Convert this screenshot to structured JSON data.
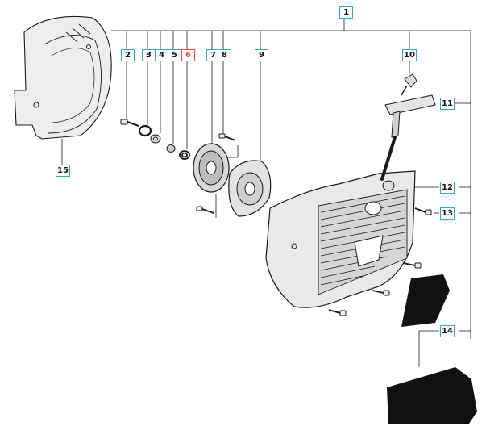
{
  "diagram": {
    "colors": {
      "line": "#1a1a1a",
      "label_border": "#3aa6d0",
      "label_highlight": "#e0533a",
      "part_fill": "#e9e9e9",
      "gasket_fill": "#111111"
    },
    "callouts": [
      {
        "id": "c1",
        "text": "1"
      },
      {
        "id": "c2",
        "text": "2"
      },
      {
        "id": "c3",
        "text": "3"
      },
      {
        "id": "c4",
        "text": "4"
      },
      {
        "id": "c5",
        "text": "5"
      },
      {
        "id": "c6",
        "text": "6",
        "highlighted": true
      },
      {
        "id": "c7",
        "text": "7"
      },
      {
        "id": "c8",
        "text": "8"
      },
      {
        "id": "c9",
        "text": "9"
      },
      {
        "id": "c10",
        "text": "10"
      },
      {
        "id": "c11",
        "text": "11"
      },
      {
        "id": "c12",
        "text": "12"
      },
      {
        "id": "c13",
        "text": "13"
      },
      {
        "id": "c14",
        "text": "14"
      },
      {
        "id": "c15",
        "text": "15"
      }
    ]
  }
}
